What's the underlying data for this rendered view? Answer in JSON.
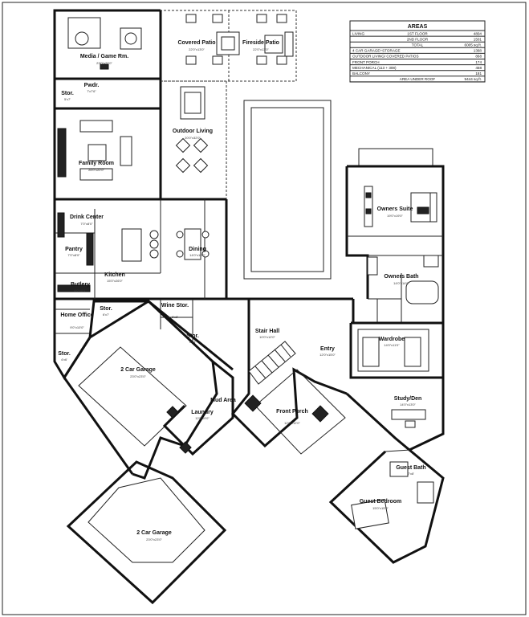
{
  "areas": {
    "title": "AREAS",
    "rows": [
      {
        "label": "LIVING",
        "sub": "1ST FLOOR",
        "value": "4804"
      },
      {
        "label": "",
        "sub": "2ND FLOOR",
        "value": "1501"
      },
      {
        "label": "",
        "sub": "TOTAL",
        "value": "6005 sq.ft."
      },
      {
        "label": "4 CAR GARAGE+STORAGE",
        "sub": "",
        "value": "1368"
      },
      {
        "label": "OUTDOOR LIVING/ COVERED PATIOS",
        "sub": "",
        "value": "868"
      },
      {
        "label": "FRONT PORCH",
        "sub": "",
        "value": "174"
      },
      {
        "label": "MECHANICAL (113 + 308)",
        "sub": "",
        "value": "458"
      },
      {
        "label": "BALCONY",
        "sub": "",
        "value": "181"
      },
      {
        "label": "",
        "sub": "AREA UNDER ROOF",
        "value": "9444 sq.ft."
      }
    ]
  },
  "rooms": {
    "media": {
      "name": "Media / Game Rm.",
      "dim": "23'0\"x20'0\""
    },
    "covered_patio": {
      "name": "Covered Patio",
      "dim": "22'0\"x13'0\""
    },
    "fireside_patio": {
      "name": "Fireside Patio",
      "dim": "22'0\"x13'0\""
    },
    "stor_top": {
      "name": "Stor.",
      "dim": "5'x7'"
    },
    "pwdr": {
      "name": "Pwdr.",
      "dim": "7'x7'6\""
    },
    "outdoor_living": {
      "name": "Outdoor Living",
      "dim": "20'0\"x32'0\""
    },
    "family": {
      "name": "Family Room",
      "dim": "26'0\"x22'0\""
    },
    "owners_suite": {
      "name": "Owners Suite",
      "dim": "19'0\"x19'0\""
    },
    "drink_center": {
      "name": "Drink Center",
      "dim": "7'0\"x8'0\""
    },
    "pantry": {
      "name": "Pantry",
      "dim": "7'0\"x8'0\""
    },
    "dining": {
      "name": "Dining",
      "dim": "14'0\"x13'0\""
    },
    "kitchen": {
      "name": "Kitchen",
      "dim": "15'0\"x26'0\""
    },
    "owners_bath": {
      "name": "Owners Bath",
      "dim": "14'0\"x14'0\""
    },
    "butlery": {
      "name": "Butlery",
      "dim": "8'0\"x8'0\""
    },
    "home_office": {
      "name": "Home Office",
      "dim": "9'0\"x10'0\""
    },
    "stor_mid": {
      "name": "Stor.",
      "dim": "6'x7'"
    },
    "wine_stor": {
      "name": "Wine Stor.",
      "dim": "6'x8'"
    },
    "stor_small": {
      "name": "Stor.",
      "dim": "6'x4'"
    },
    "stair_hall": {
      "name": "Stair Hall",
      "dim": "10'0\"x12'0\""
    },
    "entry": {
      "name": "Entry",
      "dim": "12'0\"x15'0\""
    },
    "wardrobe": {
      "name": "Wardrobe",
      "dim": "14'0\"x11'0\""
    },
    "stor_left": {
      "name": "Stor.",
      "dim": "4'x6'"
    },
    "garage2_top": {
      "name": "2 Car Garage",
      "dim": "23'0\"x23'0\""
    },
    "mud_area": {
      "name": "Mud Area",
      "dim": ""
    },
    "laundry": {
      "name": "Laundry",
      "dim": "12'0\"x9'0\""
    },
    "front_porch": {
      "name": "Front Porch",
      "dim": "12'0\"x12'0\""
    },
    "study": {
      "name": "Study/Den",
      "dim": "14'0\"x13'0\""
    },
    "guest_bath": {
      "name": "Guest Bath",
      "dim": "7'x8'"
    },
    "guest_bedroom": {
      "name": "Guest Bedroom",
      "dim": "15'0\"x15'0\""
    },
    "garage2_bottom": {
      "name": "2 Car Garage",
      "dim": "23'0\"x23'0\""
    }
  }
}
